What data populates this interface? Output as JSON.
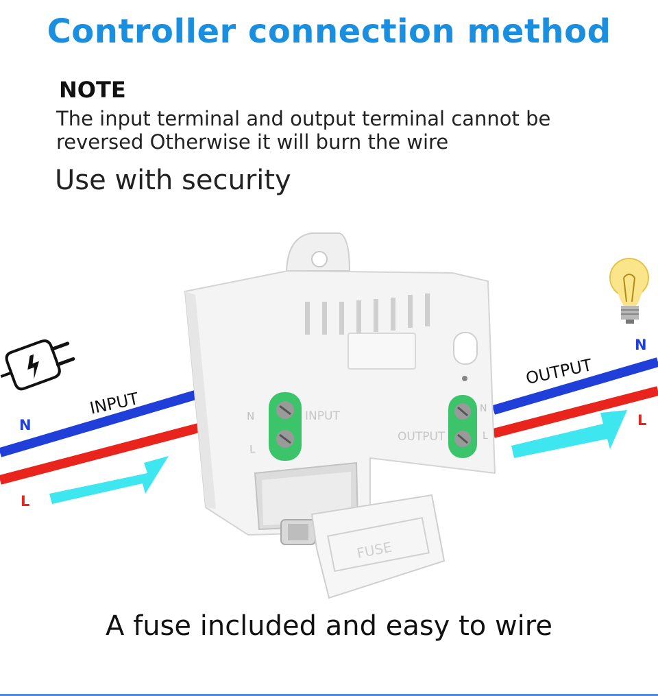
{
  "title": "Controller connection method",
  "note": {
    "heading": "NOTE",
    "text": "The input terminal and output terminal cannot be reversed Otherwise it will burn the wire"
  },
  "subtitle": "Use with security",
  "footer": "A fuse included and easy to wire",
  "diagram": {
    "input_label": "INPUT",
    "output_label": "OUTPUT",
    "neutral_label": "N",
    "live_label": "L",
    "device_input_label": "INPUT",
    "device_output_label": "OUTPUT",
    "fuse_label": "FUSE",
    "colors": {
      "title": "#1a8fe0",
      "neutral_wire": "#1f3fd8",
      "live_wire": "#e8241c",
      "arrow": "#3ee6f0",
      "terminal": "#3cc46a",
      "label_blue": "#1f3fd8",
      "label_red": "#e8241c"
    },
    "icons": [
      "plug-icon",
      "light-bulb-icon"
    ]
  }
}
